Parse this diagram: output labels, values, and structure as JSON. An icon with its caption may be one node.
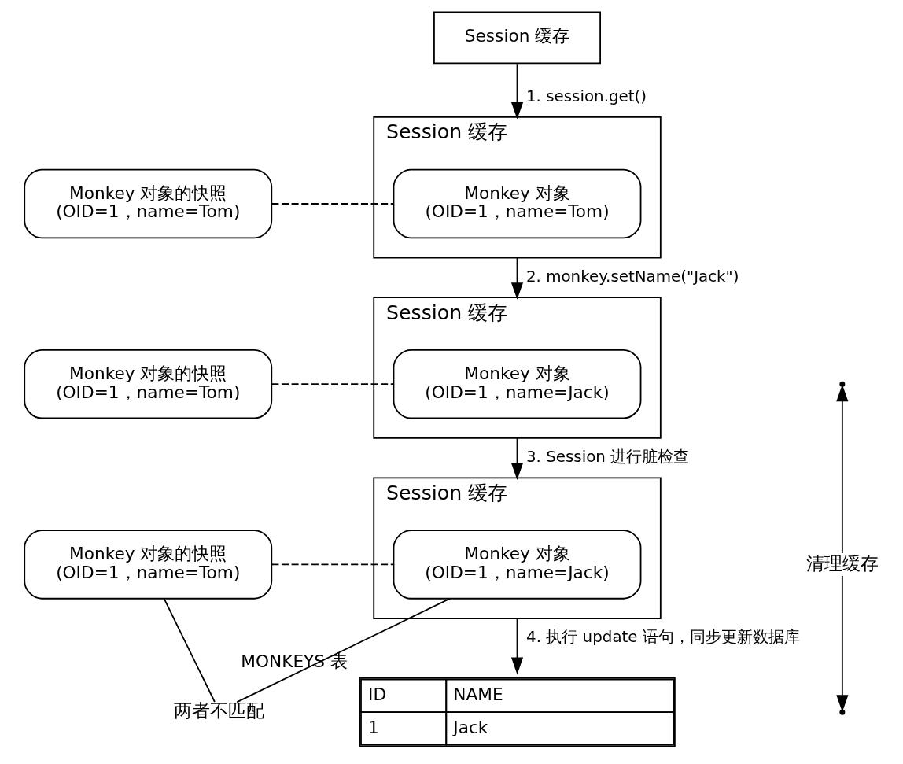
{
  "diagram": {
    "nodes": [
      {
        "text": [
          "Session 缓存"
        ]
      },
      {
        "text": [
          "Session 缓存"
        ]
      },
      {
        "text": [
          "Monkey 对象",
          "(OID=1，name=Tom)"
        ],
        "in": 1
      },
      {
        "text": [
          "Monkey 对象的快照",
          "(OID=1，name=Tom)"
        ]
      },
      {
        "text": [
          "Session 缓存"
        ]
      },
      {
        "text": [
          "Monkey 对象",
          "(OID=1，name=Jack)"
        ],
        "in": 4
      },
      {
        "text": [
          "Monkey 对象的快照",
          "(OID=1，name=Tom)"
        ]
      },
      {
        "text": [
          "Session 缓存"
        ]
      },
      {
        "text": [
          "Monkey 对象",
          "(OID=1，name=Jack)"
        ],
        "in": 7
      },
      {
        "text": [
          "Monkey 对象的快照",
          "(OID=1，name=Tom)"
        ]
      },
      {
        "text": [
          "两者不匹配"
        ]
      },
      {
        "text": [
          "清理缓存"
        ]
      },
      {
        "text": [
          "ID",
          "NAME",
          "1",
          "Jack"
        ],
        "beside": [
          "MONKEYS 表"
        ]
      }
    ],
    "edges": [
      {
        "from": 0,
        "to": 1,
        "arrow": "to",
        "label": "1. session.get()"
      },
      {
        "from": 3,
        "to": 2,
        "arrow": "none",
        "style": "dashed"
      },
      {
        "from": 1,
        "to": 4,
        "arrow": "to",
        "label": "2. monkey.setName(\"Jack\")"
      },
      {
        "from": 6,
        "to": 5,
        "arrow": "none",
        "style": "dashed"
      },
      {
        "from": 4,
        "to": 7,
        "arrow": "to",
        "label": "3. Session 进行脏检查"
      },
      {
        "from": 9,
        "to": 8,
        "arrow": "none",
        "style": "dashed"
      },
      {
        "from": 11,
        "to": null,
        "arrow": "to"
      },
      {
        "from": 11,
        "to": null,
        "arrow": "to"
      },
      {
        "from": 10,
        "to": 9,
        "arrow": "none"
      },
      {
        "from": 10,
        "to": 8,
        "arrow": "none"
      },
      {
        "from": 7,
        "to": 12,
        "arrow": "to",
        "label": "4. 执行 update 语句，同步更新数据库"
      }
    ]
  }
}
